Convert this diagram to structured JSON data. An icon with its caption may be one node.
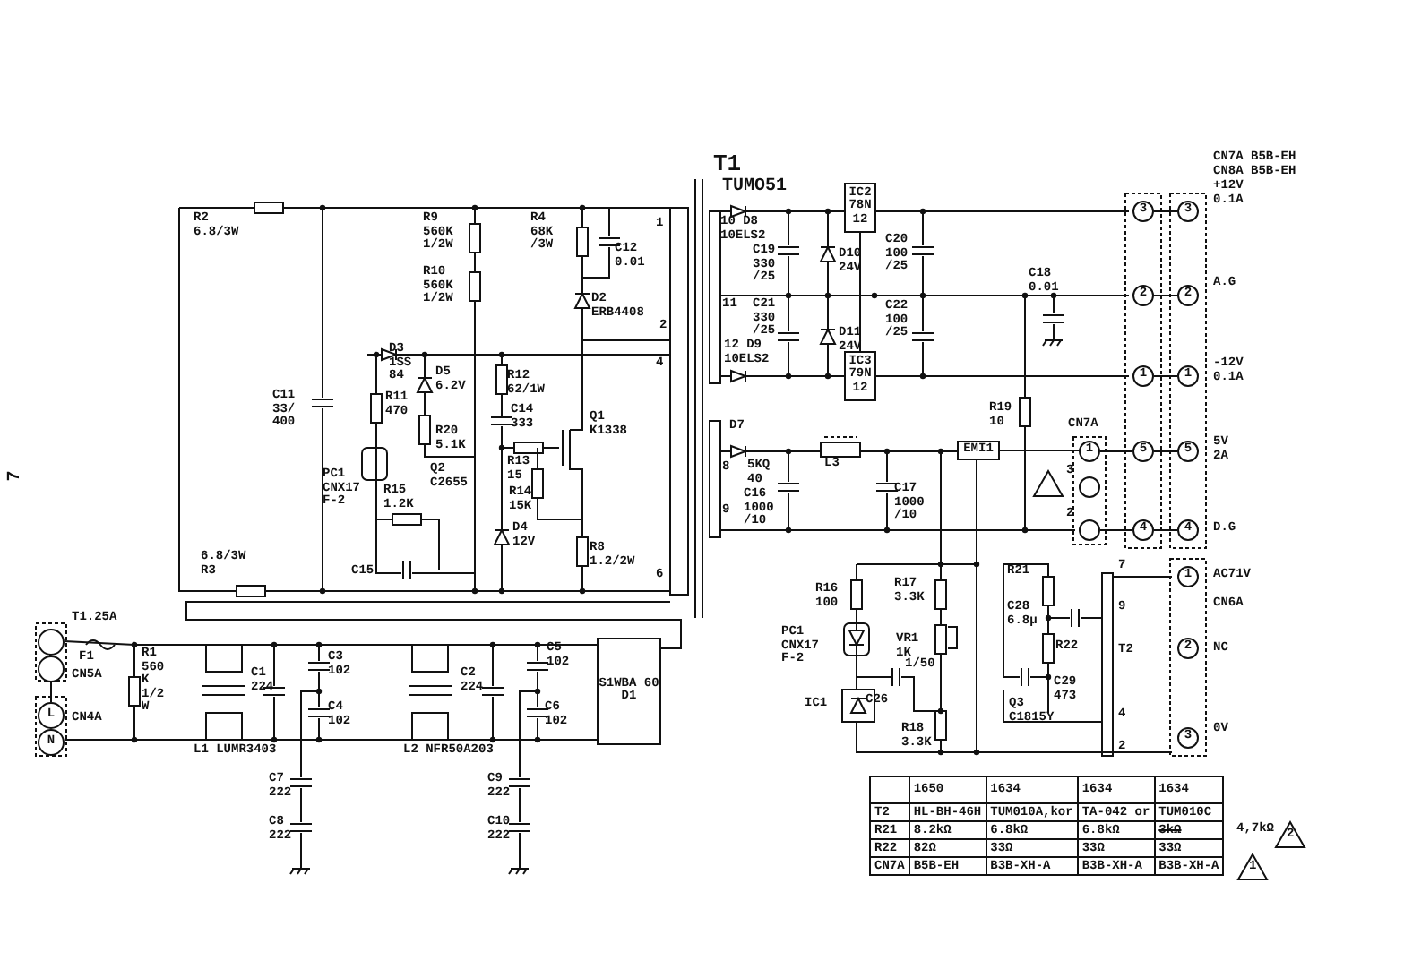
{
  "diagram": {
    "nodes": [
      {
        "text": [
          "IC2 78N 12"
        ]
      },
      {
        "text": [
          "IC3 79N 12"
        ]
      },
      {
        "text": [
          "EMI1"
        ]
      },
      {
        "text": [
          "S1WBA 60",
          "D1"
        ]
      },
      {
        "text": [
          "3"
        ]
      },
      {
        "text": [
          "2"
        ]
      },
      {
        "text": [
          "1"
        ]
      },
      {
        "text": [
          "5"
        ]
      },
      {
        "text": [
          "4"
        ]
      },
      {
        "text": [
          "3"
        ]
      },
      {
        "text": [
          "2"
        ]
      },
      {
        "text": [
          "1"
        ]
      },
      {
        "text": [
          "5"
        ]
      },
      {
        "text": [
          "4"
        ]
      },
      {
        "text": [
          "1"
        ]
      },
      {
        "text": [],
        "shape": "circle",
        "beside": [
          "3"
        ]
      },
      {
        "text": [],
        "shape": "circle",
        "beside": [
          "2"
        ]
      },
      {
        "text": [
          "1"
        ]
      },
      {
        "text": [
          "2"
        ]
      },
      {
        "text": [
          "3"
        ]
      },
      {
        "text": [],
        "shape": "circle"
      },
      {
        "text": [],
        "shape": "circle"
      },
      {
        "text": [
          "L"
        ]
      },
      {
        "text": [
          "N"
        ]
      }
    ],
    "edges": [
      {
        "from": 4,
        "to": 9,
        "arrow": "none"
      },
      {
        "from": 5,
        "to": 10,
        "arrow": "none"
      },
      {
        "from": 6,
        "to": 11,
        "arrow": "none"
      },
      {
        "from": 7,
        "to": 12,
        "arrow": "none"
      },
      {
        "from": 8,
        "to": 13,
        "arrow": "none"
      },
      {
        "from": 14,
        "to": 7,
        "arrow": "none"
      },
      {
        "from": 16,
        "to": 8,
        "arrow": "none"
      },
      {
        "from": 21,
        "to": 22,
        "arrow": "none"
      },
      {
        "from": 0,
        "to": 1,
        "arrow": "none"
      },
      {
        "from": 2,
        "to": 14,
        "arrow": "none"
      }
    ],
    "labels": [
      "T1",
      "TUMO51",
      "R2 6.8/3W",
      "R9 560K 1/2W",
      "R10 560K 1/2W",
      "R4 68K /3W",
      "C12 0.01",
      "D2 ERB4408",
      "1",
      "2",
      "4",
      "6",
      "D3 1SS 84",
      "D5 6.2V",
      "R11 470",
      "C11 33/ 400",
      "R12 62/1W",
      "C14 333",
      "R20 5.1K",
      "Q1 K1338",
      "PC1 CNX17 F-2",
      "Q2 C2655",
      "R13 15",
      "R15 1.2K",
      "R14 15K",
      "D4 12V",
      "6.8/3W R3",
      "C15",
      "R8 1.2/2W",
      "10 D8 10ELS2",
      "C19 330 /25",
      "D10 24V",
      "C20 100 /25",
      "11",
      "C21 330 /25",
      "C22 100 /25",
      "D11 24V",
      "12 D9 10ELS2",
      "C18 0.01",
      "R19 10",
      "D7",
      "CN7A",
      "8",
      "5KQ 40",
      "L3",
      "C16 1000 /10",
      "C17 1000 /10",
      "9",
      "CN7A B5B-EH",
      "CN8A B5B-EH",
      "+12V 0.1A",
      "A.G",
      "-12V 0.1A",
      "5V 2A",
      "D.G",
      "AC71V",
      "CN6A",
      "NC",
      "0V",
      "R16 100",
      "R17 3.3K",
      "R21",
      "PC1 CNX17 F-2",
      "VR1 1K",
      "1/50",
      "C26",
      "C28 6.8μ",
      "R22",
      "T2",
      "C29 473",
      "Q3 C1815Y",
      "IC1",
      "R18 3.3K",
      "7",
      "9",
      "4",
      "2",
      "T1.25A",
      "F1",
      "CN5A",
      "CN4A",
      "R1 560K 1/2W",
      "C1 224",
      "C3 102",
      "C4 102",
      "L1 LUMR3403",
      "C7 222",
      "C8 222",
      "L2 NFR50A203",
      "C2 224",
      "C5 102",
      "C6 102",
      "C9 222",
      "C10 222",
      "7",
      "1650",
      "1634",
      "1634",
      "1634",
      "T2",
      "HL-BH-46H",
      "TUM010A,kor",
      "TA-042 or",
      "TUM010C",
      "R21",
      "8.2kΩ",
      "6.8kΩ",
      "6.8kΩ",
      "3kΩ",
      "R22",
      "82Ω",
      "33Ω",
      "33Ω",
      "33Ω",
      "CN7A",
      "B5B-EH",
      "B3B-XH-A",
      "B3B-XH-A",
      "B3B-XH-A",
      "4,7kΩ",
      "2",
      "1"
    ]
  }
}
